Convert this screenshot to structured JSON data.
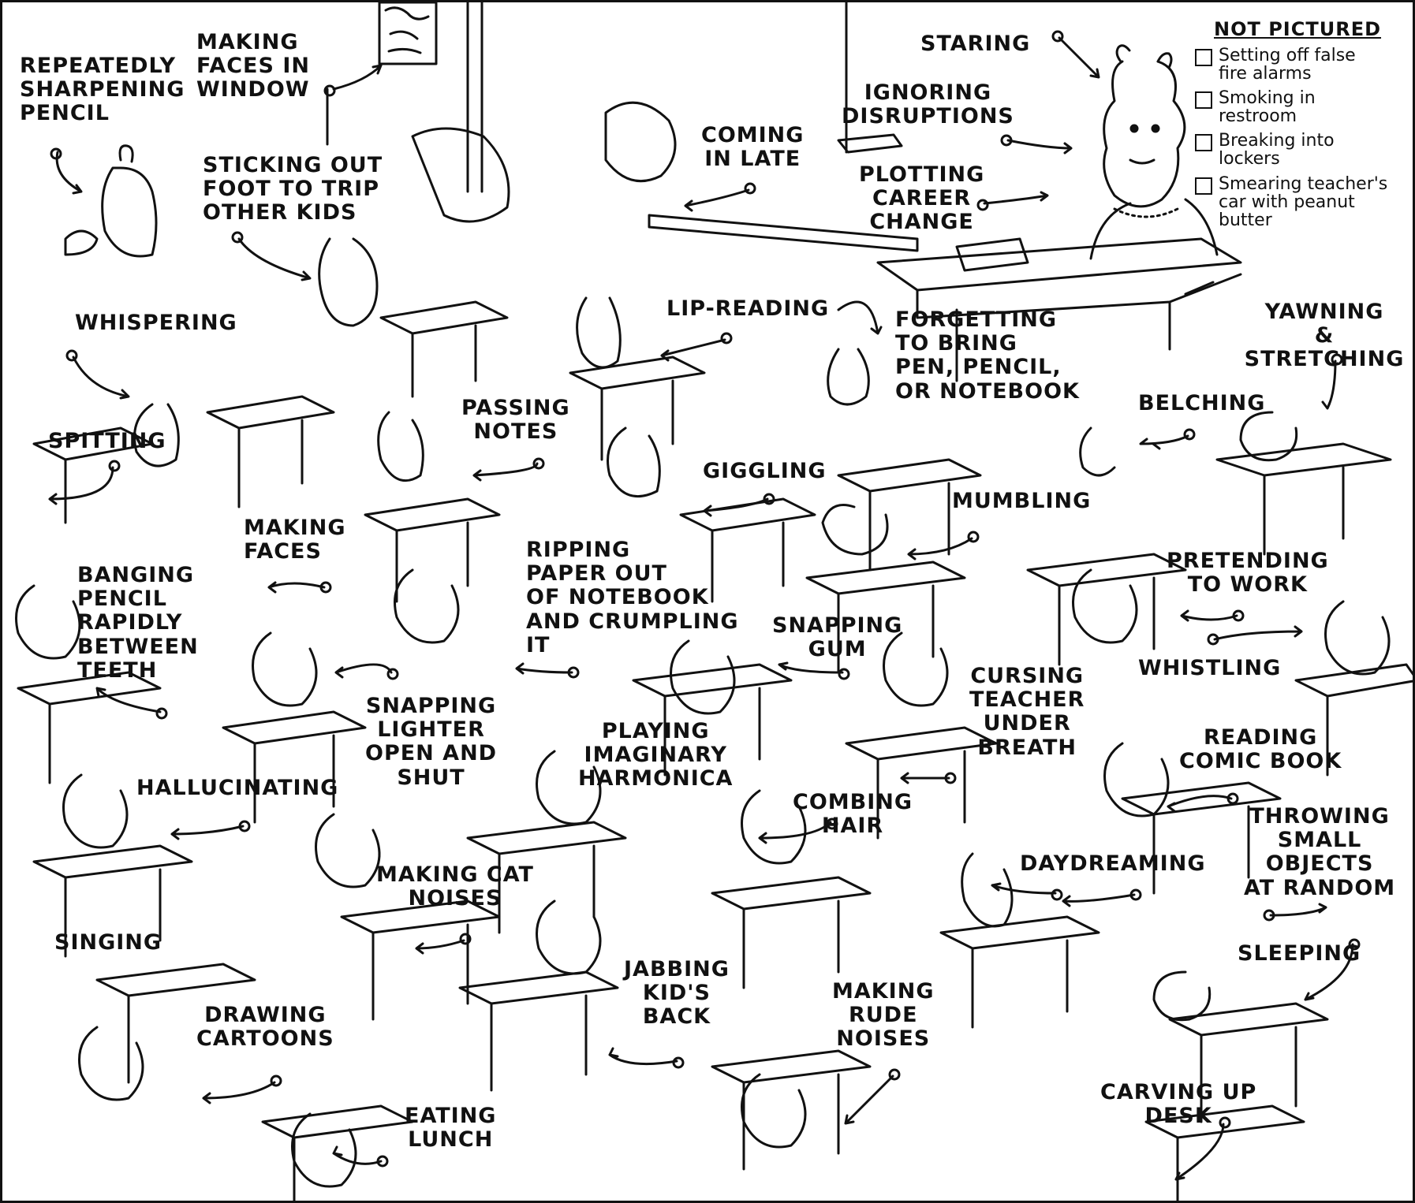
{
  "colors": {
    "ink": "#111111",
    "paper": "#ffffff"
  },
  "labels": {
    "repeatedly_sharpening": "REPEATEDLY\nSHARPENING\nPENCIL",
    "making_faces_window": "MAKING\nFACES IN\nWINDOW",
    "sticking_out_foot": "STICKING OUT\nFOOT TO TRIP\nOTHER KIDS",
    "whispering": "WHISPERING",
    "spitting": "SPITTING",
    "making_faces": "MAKING\nFACES",
    "banging_pencil": "BANGING\nPENCIL\nRAPIDLY\nBETWEEN\nTEETH",
    "hallucinating": "HALLUCINATING",
    "singing": "SINGING",
    "drawing_cartoons": "DRAWING\nCARTOONS",
    "eating_lunch": "EATING\nLUNCH",
    "making_cat_noises": "MAKING CAT\nNOISES",
    "jabbing_kids_back": "JABBING\nKID'S\nBACK",
    "making_rude_noises": "MAKING\nRUDE\nNOISES",
    "snapping_lighter": "SNAPPING\nLIGHTER\nOPEN AND\nSHUT",
    "playing_harmonica": "PLAYING\nIMAGINARY\nHARMONICA",
    "combing_hair": "COMBING\nHAIR",
    "daydreaming": "DAYDREAMING",
    "throwing_objects": "THROWING\nSMALL\nOBJECTS\nAT RANDOM",
    "sleeping": "SLEEPING",
    "carving_desk": "CARVING UP\nDESK",
    "reading_comic": "READING\nCOMIC BOOK",
    "cursing_teacher": "CURSING\nTEACHER\nUNDER\nBREATH",
    "whistling": "WHISTLING",
    "pretending_work": "PRETENDING\nTO WORK",
    "snapping_gum": "SNAPPING\nGUM",
    "ripping_paper": "RIPPING\nPAPER OUT\nOF NOTEBOOK\nAND CRUMPLING\nIT",
    "passing_notes": "PASSING\nNOTES",
    "giggling": "GIGGLING",
    "mumbling": "MUMBLING",
    "belching": "BELCHING",
    "yawning": "YAWNING\n& STRETCHING",
    "forgetting": "FORGETTING\nTO BRING\nPEN, PENCIL,\nOR NOTEBOOK",
    "lip_reading": "LIP-READING",
    "coming_late": "COMING\nIN LATE",
    "ignoring": "IGNORING\nDISRUPTIONS",
    "plotting": "PLOTTING\nCAREER\nCHANGE",
    "staring": "STARING"
  },
  "not_pictured": {
    "title": "NOT PICTURED",
    "items": [
      "Setting off false\nfire alarms",
      "Smoking in\nrestroom",
      "Breaking into\nlockers",
      "Smearing teacher's\ncar with peanut butter"
    ]
  }
}
